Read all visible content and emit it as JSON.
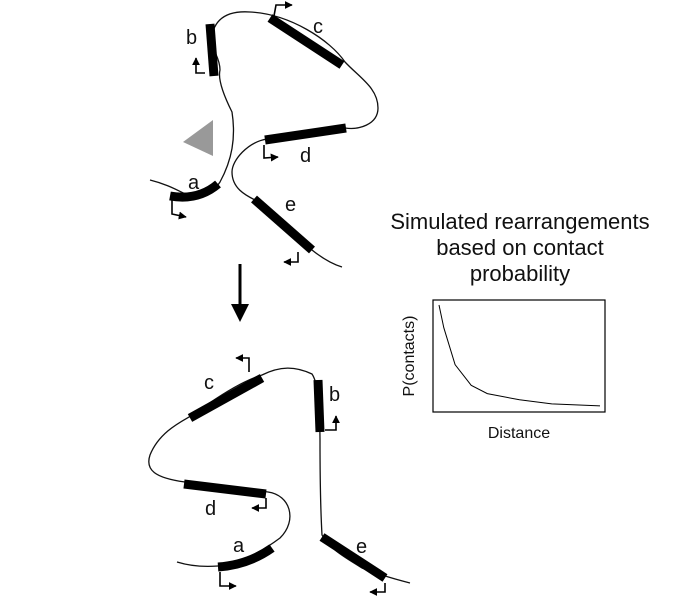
{
  "top_diagram": {
    "labels": {
      "a": "a",
      "b": "b",
      "c": "c",
      "d": "d",
      "e": "e"
    },
    "marker_color": "#999999"
  },
  "bottom_diagram": {
    "labels": {
      "a": "a",
      "b": "b",
      "c": "c",
      "d": "d",
      "e": "e"
    }
  },
  "side_panel": {
    "title_lines": [
      "Simulated rearrangements",
      "based on contact",
      "probability"
    ]
  },
  "chart_data": {
    "type": "line",
    "title": "",
    "xlabel": "Distance",
    "ylabel": "P(contacts)",
    "x": [
      0.0,
      0.03,
      0.1,
      0.2,
      0.3,
      0.5,
      0.7,
      1.0
    ],
    "series": [
      {
        "values": [
          1.0,
          0.78,
          0.42,
          0.22,
          0.14,
          0.08,
          0.04,
          0.02
        ]
      }
    ],
    "xlim": [
      0,
      1
    ],
    "ylim": [
      0,
      1
    ],
    "ticks": false,
    "grid": false,
    "legend": false
  }
}
